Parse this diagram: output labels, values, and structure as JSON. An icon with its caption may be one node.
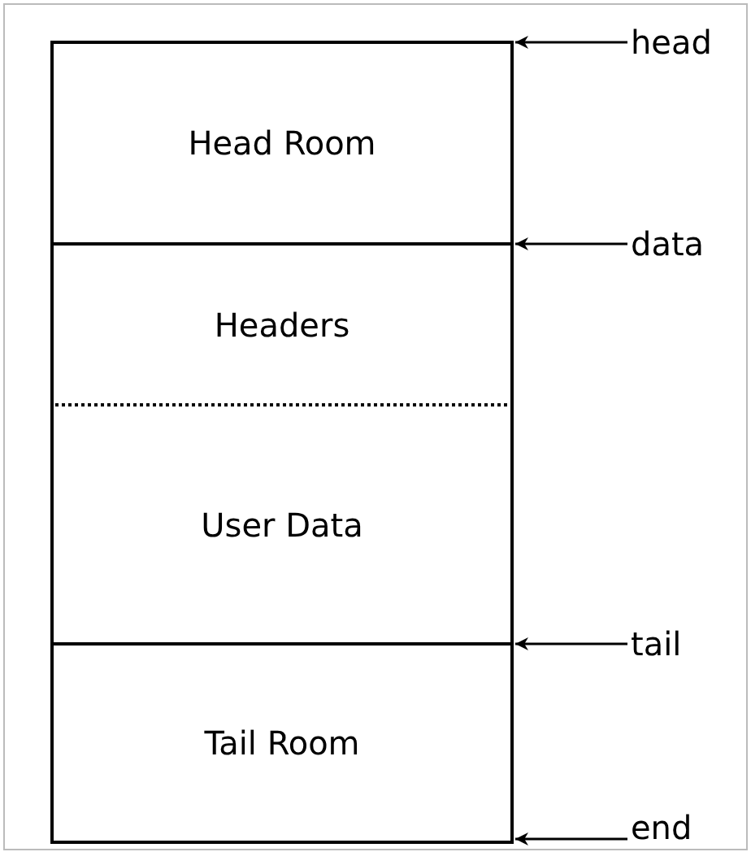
{
  "diagram": {
    "nodes": [
      {
        "text": [
          "Head Room"
        ]
      },
      {
        "text": [
          "Headers"
        ]
      },
      {
        "text": [
          "User Data"
        ]
      },
      {
        "text": [
          "Tail Room"
        ]
      },
      {
        "text": [
          "head"
        ]
      },
      {
        "text": [
          "data"
        ]
      },
      {
        "text": [
          "tail"
        ]
      },
      {
        "text": [
          "end"
        ]
      }
    ],
    "edges": [
      {
        "from": 4,
        "to": 0,
        "arrow": "to"
      },
      {
        "from": 5,
        "to": 1,
        "arrow": "to"
      },
      {
        "from": 6,
        "to": 3,
        "arrow": "to"
      },
      {
        "from": 7,
        "to": 3,
        "arrow": "to"
      }
    ]
  }
}
